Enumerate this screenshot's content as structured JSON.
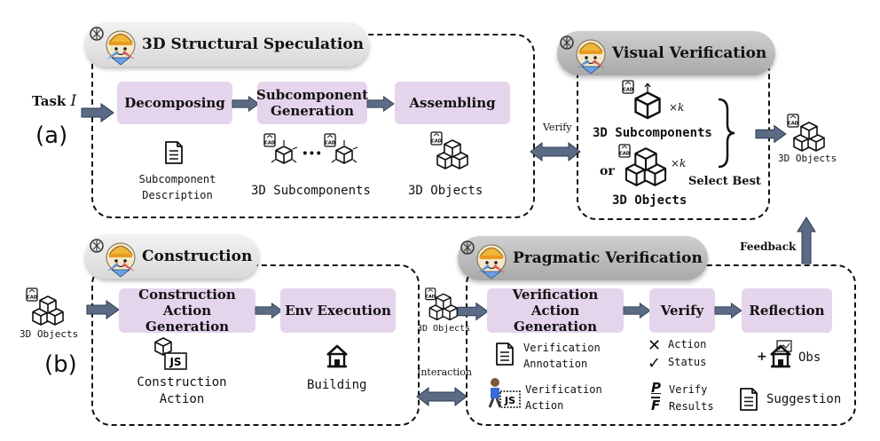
{
  "top": {
    "row_label": "(a)",
    "task_label": "Task",
    "task_symbol": "I",
    "speculation_title": "3D Structural Speculation",
    "visual_title": "Visual Verification",
    "steps": [
      "Decomposing",
      "Subcomponent Generation",
      "Assembling"
    ],
    "subcomponent_description": "Subcomponent Description",
    "subcomponents_label": "3D Subcomponents",
    "ellipsis": "···",
    "objects_label": "3D Objects",
    "verify_label": "Verify",
    "vv_subcomponents": "3D Subcomponents",
    "vv_or": "or",
    "vv_objects": "3D Objects",
    "multiplier": "×k",
    "select_best": "Select Best",
    "output_label": "3D Objects",
    "feedback_label": "Feedback"
  },
  "bottom": {
    "row_label": "(b)",
    "input_label": "3D Objects",
    "construction_title": "Construction",
    "pragmatic_title": "Pragmatic Verification",
    "steps": [
      "Construction Action Generation",
      "Env Execution"
    ],
    "construction_action": "Construction Action",
    "building": "Building",
    "interaction_label": "Interaction",
    "pv_input_label": "3D Objects",
    "pv_steps": [
      "Verification Action Generation",
      "Verify",
      "Reflection"
    ],
    "verification_annotation": "Verification Annotation",
    "verification_action": "Verification Action",
    "action_item": "Action",
    "status_item": "Status",
    "verify_results": "Verify Results",
    "p_letter": "P",
    "f_letter": "F",
    "plus": "+",
    "obs": "Obs",
    "suggestion": "Suggestion",
    "js_badge": "JS",
    "cad_badge": "CAD"
  }
}
